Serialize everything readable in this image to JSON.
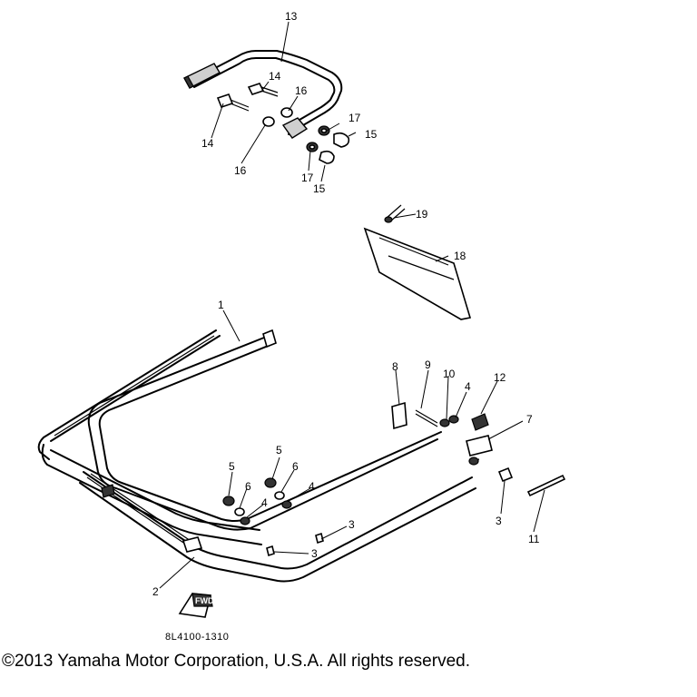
{
  "diagram": {
    "drawing_code": "8L4100-1310",
    "copyright": "©2013 Yamaha Motor Corporation, U.S.A. All rights reserved.",
    "callouts": {
      "c1": "1",
      "c2": "2",
      "c3a": "3",
      "c3b": "3",
      "c3c": "3",
      "c4a": "4",
      "c4b": "4",
      "c4c": "4",
      "c5a": "5",
      "c5b": "5",
      "c6a": "6",
      "c6b": "6",
      "c7": "7",
      "c8": "8",
      "c9": "9",
      "c10": "10",
      "c11": "11",
      "c12": "12",
      "c13": "13",
      "c14a": "14",
      "c14b": "14",
      "c15a": "15",
      "c15b": "15",
      "c16a": "16",
      "c16b": "16",
      "c17a": "17",
      "c17b": "17",
      "c18": "18",
      "c19": "19"
    },
    "fwd_label": "FWD"
  }
}
